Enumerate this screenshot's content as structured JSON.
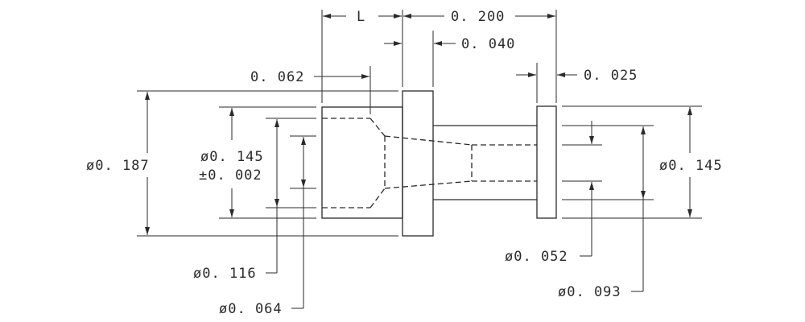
{
  "dimensions": {
    "length_label": "L",
    "overall_length": "0. 200",
    "flange_thickness": "0. 040",
    "chamfer_depth": "0. 062",
    "end_flange_thickness": "0. 025",
    "flange_diameter": "ø0. 187",
    "body_diameter": "ø0. 145",
    "body_tolerance": "±0. 002",
    "bore_diameter": "ø0. 116",
    "inner_bore_diameter": "ø0. 064",
    "end_flange_diameter": "ø0. 145",
    "pin_inner_diameter": "ø0. 052",
    "pin_diameter": "ø0. 093"
  }
}
